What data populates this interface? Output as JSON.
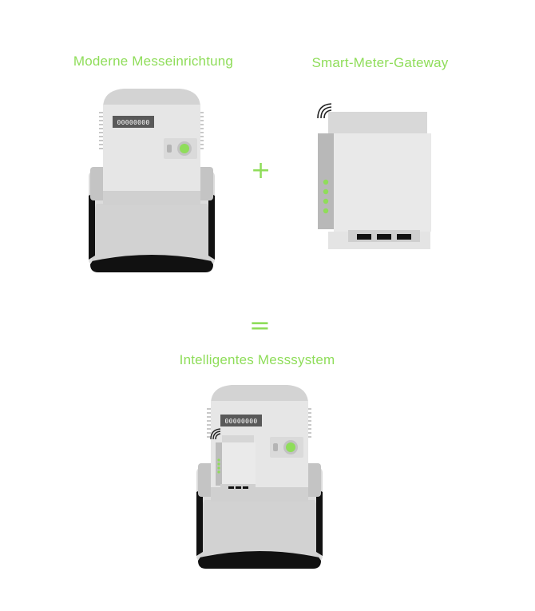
{
  "labels": {
    "meter": "Moderne Messeinrichtung",
    "gateway": "Smart-Meter-Gateway",
    "system": "Intelligentes Messsystem"
  },
  "operators": {
    "plus": "+",
    "equals": "="
  },
  "meter_counter": "00000000",
  "system_counter": "00000000",
  "colors": {
    "accent_green": "#8fdd5a",
    "device_light": "#e8e8e8",
    "device_mid": "#d6d6d6",
    "device_dark": "#b8b8b8",
    "display_dark": "#595959",
    "black": "#111111"
  },
  "icons": [
    "wifi-signal-icon",
    "status-led-icon",
    "plus-icon",
    "equals-icon"
  ]
}
